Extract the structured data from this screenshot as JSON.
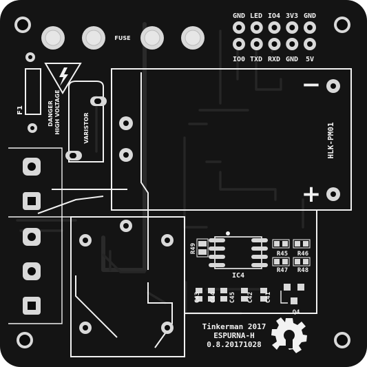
{
  "pcb": {
    "header_top": [
      "GND",
      "LED",
      "IO4",
      "3V3",
      "GND"
    ],
    "header_bottom": [
      "IO0",
      "TXD",
      "RXD",
      "GND",
      "5V"
    ],
    "fuse_label": "FUSE",
    "fuse_ref": "F1",
    "warning": [
      "DANGER",
      "HIGH VOLTAGE"
    ],
    "varistor_label": "VARISTOR",
    "module_label": "HLK-PM01",
    "module_minus": "−",
    "module_plus": "+",
    "ic_label": "IC4",
    "transistor_label": "Q4",
    "resistors": [
      "R49",
      "R45",
      "R46",
      "R47",
      "R48"
    ],
    "capacitors": [
      "C43",
      "C44",
      "C45",
      "C42",
      "C41"
    ],
    "credits": {
      "line1": "Tinkerman 2017",
      "line2": "ESPURNA-H",
      "line3": "0.8.20171028"
    },
    "colors": {
      "board": "#141414",
      "silkscreen": "#f2f2f2",
      "copper_pad": "#d9d9d9",
      "frame": "#ffffff"
    }
  }
}
